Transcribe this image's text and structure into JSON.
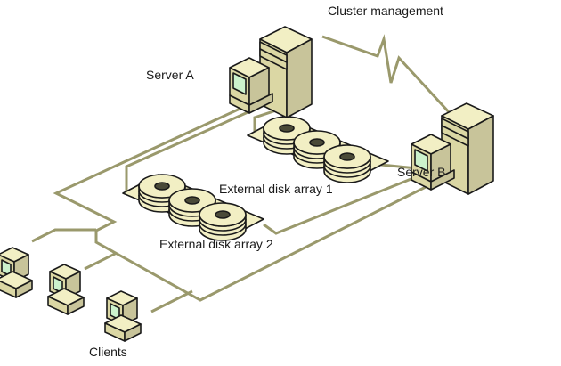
{
  "labels": {
    "cluster_management": "Cluster management",
    "server_a": "Server A",
    "server_b": "Server B",
    "disk_array_1": "External disk array 1",
    "disk_array_2": "External disk array 2",
    "clients": "Clients"
  },
  "diagram": {
    "type": "network-cluster-diagram",
    "nodes": [
      "Server A",
      "Server B",
      "External disk array 1",
      "External disk array 2",
      "Clients (3 workstations)"
    ],
    "connections": [
      {
        "from": "Server A",
        "to": "Server B",
        "via": "Cluster management heartbeat link (broken-pulse symbol)"
      },
      {
        "from": "Server A",
        "to": "External disk array 1"
      },
      {
        "from": "Server A",
        "to": "External disk array 2"
      },
      {
        "from": "Server A",
        "to": "Client LAN bus"
      },
      {
        "from": "Server B",
        "to": "External disk array 1"
      },
      {
        "from": "Server B",
        "to": "External disk array 2"
      },
      {
        "from": "Server B",
        "to": "Client LAN bus"
      },
      {
        "from": "Clients",
        "to": "Client LAN bus",
        "note": "three client stubs"
      }
    ]
  },
  "colors": {
    "connector_line": "#9a996c",
    "outline": "#1a1a1a",
    "fill_light": "#f2efc4",
    "fill_mid": "#dbd7a4",
    "fill_dark": "#c8c49a",
    "screen_green": "#ccf2cc",
    "background": "#ffffff",
    "text": "#1a1a1a"
  }
}
